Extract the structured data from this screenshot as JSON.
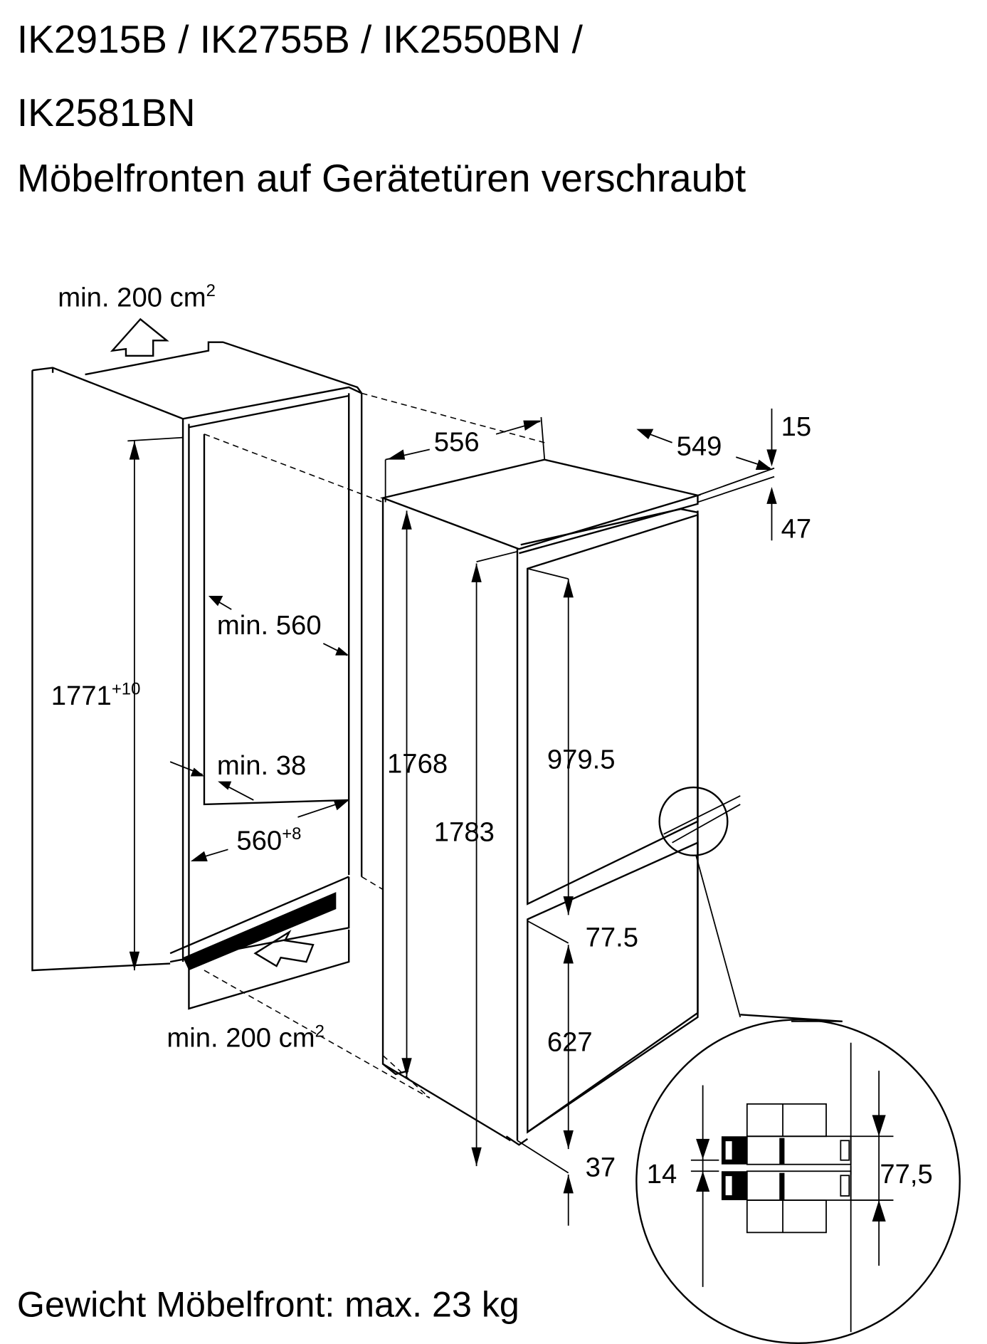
{
  "title": {
    "line1": "IK2915B / IK2755B / IK2550BN /",
    "line2": "IK2581BN",
    "line3": "Möbelfronten auf Gerätetüren verschraubt"
  },
  "niche": {
    "vent_top": {
      "value": "min. 200 cm",
      "sup": "2"
    },
    "vent_bottom": {
      "value": "min. 200 cm",
      "sup": "2"
    },
    "height": {
      "value": "1771",
      "sup": "+10"
    },
    "depth_min": "min. 560",
    "wall_min": "min. 38",
    "width": {
      "value": "560",
      "sup": "+8"
    }
  },
  "appliance": {
    "width": "556",
    "depth": "549",
    "top_gap": "15",
    "top_offset": "47",
    "body_height": "1768",
    "total_height": "1783",
    "upper_door": "979.5",
    "door_gap": "77.5",
    "lower_door": "627",
    "bottom_offset": "37"
  },
  "detail": {
    "gap": "14",
    "distance": "77,5"
  },
  "footer": "Gewicht Möbelfront: max. 23 kg"
}
